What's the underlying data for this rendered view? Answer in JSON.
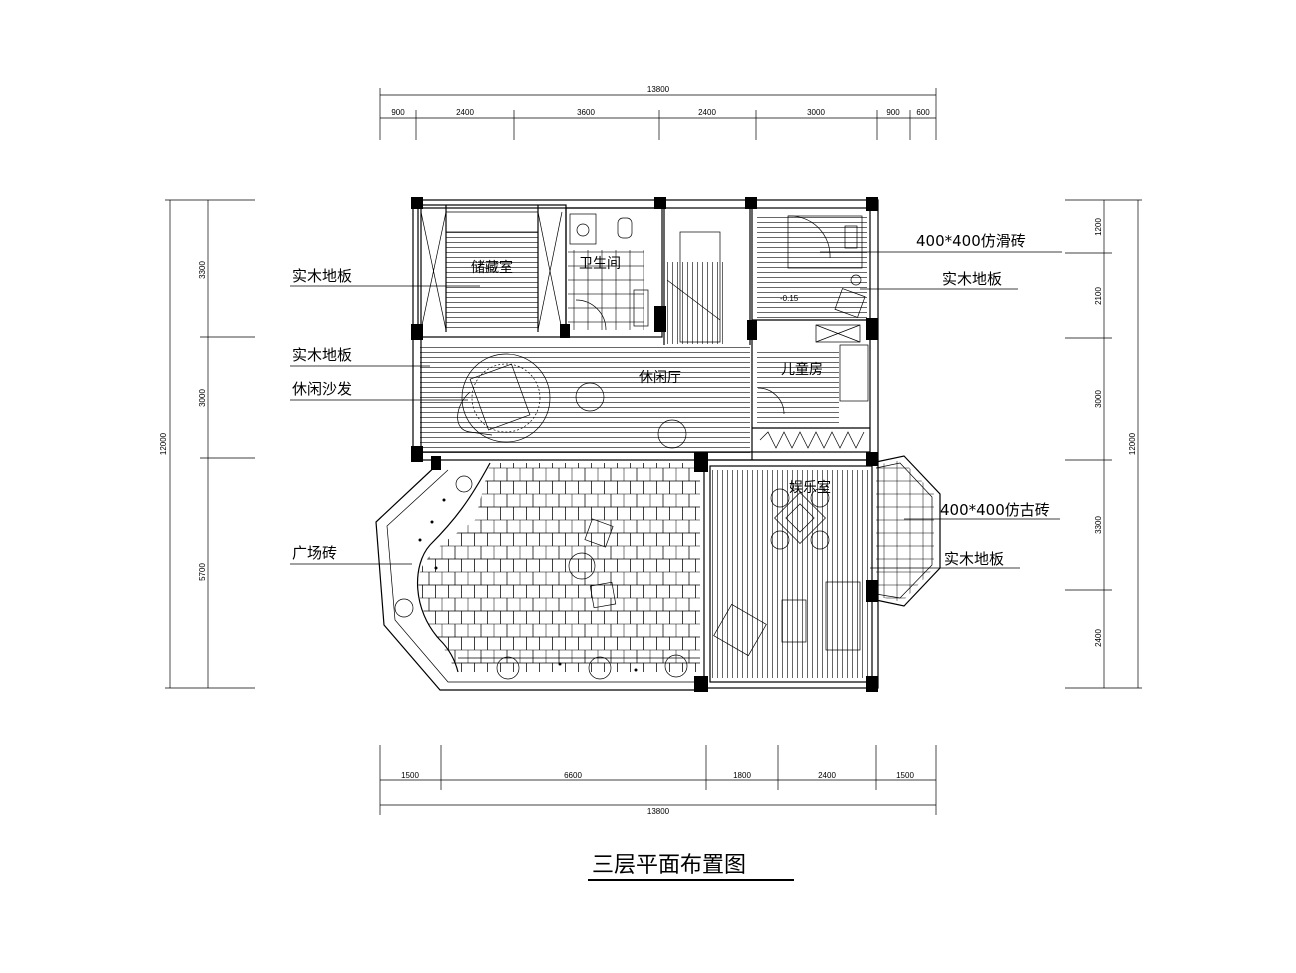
{
  "title": "三层平面布置图",
  "dims_top": {
    "total": "13800",
    "segments": [
      "900",
      "2400",
      "3600",
      "2400",
      "3000",
      "900",
      "600"
    ]
  },
  "dims_bottom": {
    "total": "13800",
    "segments": [
      "1500",
      "6600",
      "1800",
      "2400",
      "1500"
    ]
  },
  "dims_left": {
    "total": "12000",
    "segments": [
      "3300",
      "3000",
      "5700"
    ]
  },
  "dims_right": {
    "total": "12000",
    "segments": [
      "1200",
      "2100",
      "3000",
      "3300",
      "2400"
    ]
  },
  "rooms": {
    "storage": "储藏室",
    "bathroom": "卫生间",
    "lounge": "休闲厅",
    "kids": "儿童房",
    "entertainment": "娱乐室",
    "level": "-0.15"
  },
  "callouts": {
    "left": [
      "实木地板",
      "实木地板",
      "休闲沙发",
      "广场砖"
    ],
    "right": [
      "400*400仿滑砖",
      "实木地板",
      "400*400仿古砖",
      "实木地板"
    ]
  }
}
